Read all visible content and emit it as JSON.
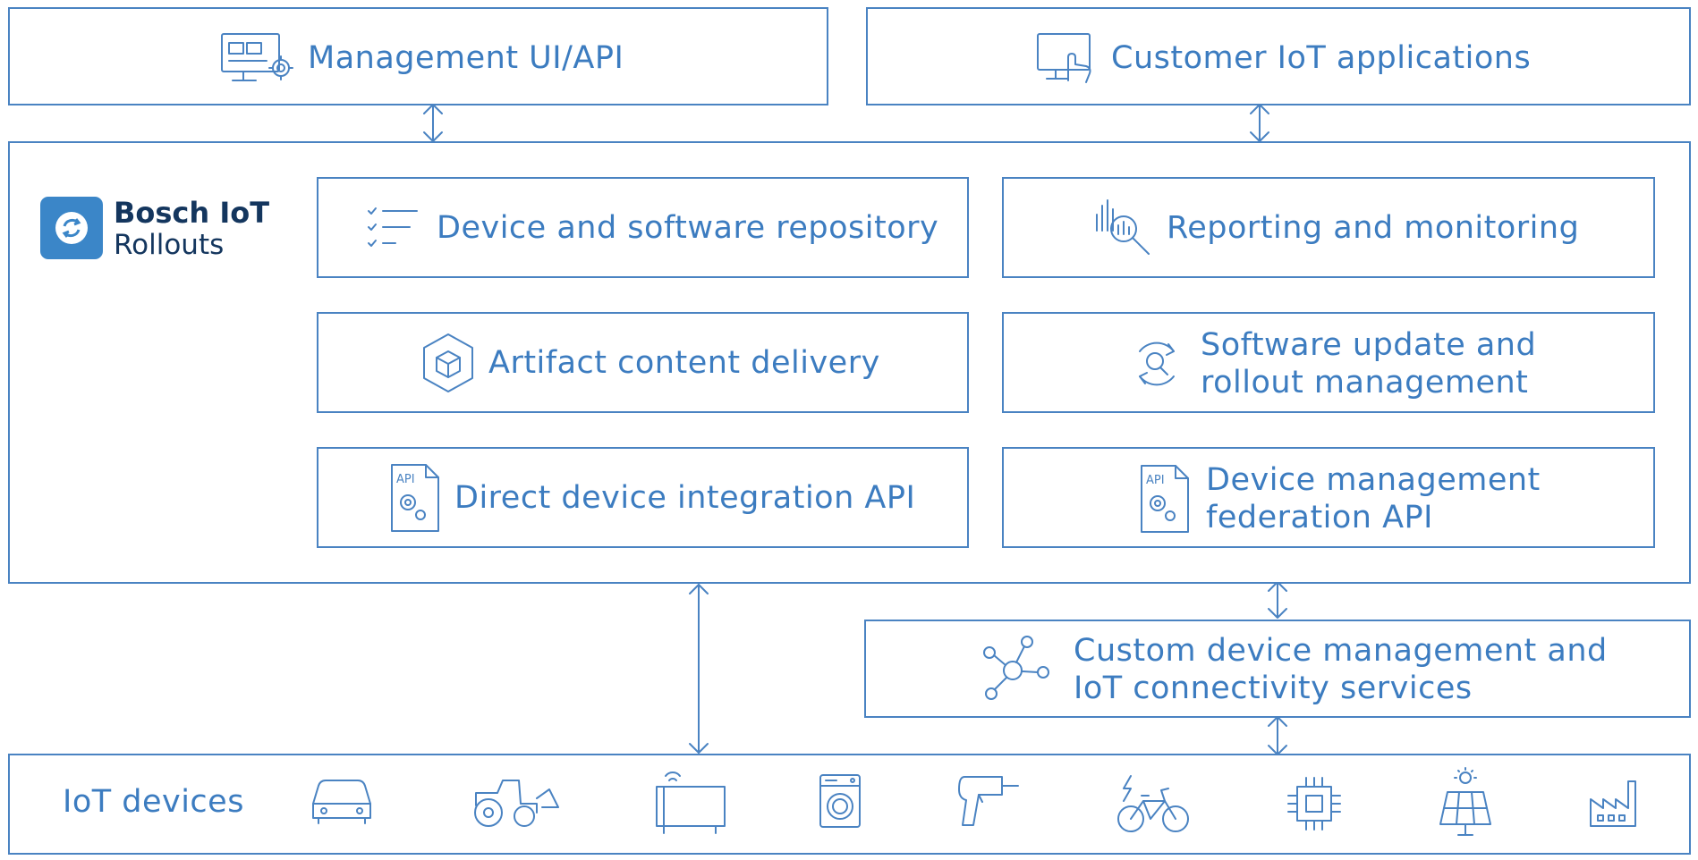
{
  "colors": {
    "line": "#4a83c2",
    "text": "#3c7cc0",
    "brand_dark": "#14365e",
    "logo_tile": "#3b86c8"
  },
  "top": {
    "management": {
      "label": "Management UI/API",
      "icon": "monitor-gear-icon"
    },
    "customer": {
      "label": "Customer IoT applications",
      "icon": "touchscreen-hand-icon"
    }
  },
  "brand": {
    "line1": "Bosch IoT",
    "line2": "Rollouts",
    "icon": "rollouts-logo-icon"
  },
  "modules": {
    "repository": {
      "label": "Device and software repository",
      "icon": "checklist-icon"
    },
    "reporting": {
      "label": "Reporting and monitoring",
      "icon": "chart-magnifier-icon"
    },
    "artifact": {
      "label": "Artifact content delivery",
      "icon": "cube-icon"
    },
    "software_update": {
      "line1": "Software update and",
      "line2": "rollout management",
      "icon": "refresh-search-icon"
    },
    "ddi": {
      "label": "Direct device integration API",
      "icon": "api-document-icon"
    },
    "federation": {
      "line1": "Device management",
      "line2": "federation API",
      "icon": "api-document-icon"
    }
  },
  "custom_services": {
    "line1": "Custom device management and",
    "line2": "IoT connectivity services",
    "icon": "network-nodes-icon"
  },
  "iot_devices": {
    "label": "IoT devices",
    "icons": [
      "car-icon",
      "tractor-icon",
      "wireless-device-icon",
      "washing-machine-icon",
      "drill-icon",
      "ebike-icon",
      "chip-icon",
      "solar-panel-icon",
      "factory-icon"
    ]
  }
}
